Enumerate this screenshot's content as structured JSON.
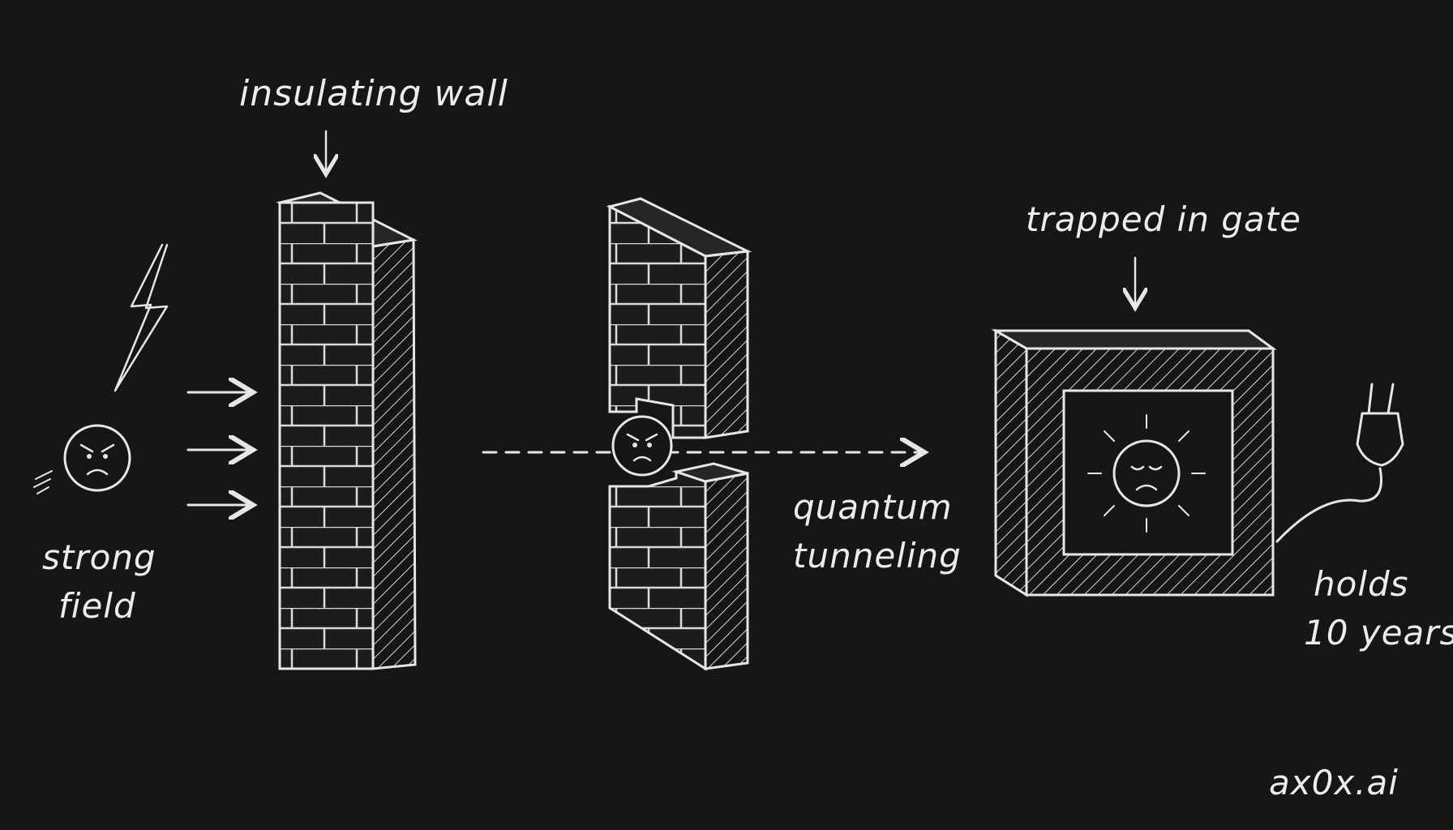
{
  "labels": {
    "insulating_wall": "insulating wall",
    "strong_field_line1": "strong",
    "strong_field_line2": "field",
    "quantum_line1": "quantum",
    "quantum_line2": "tunneling",
    "trapped": "trapped in gate",
    "holds_line1": "holds",
    "holds_line2": "10 years"
  },
  "watermark": "ax0x.ai",
  "colors": {
    "background": "#161616",
    "chalk": "#e6e6e6"
  },
  "icons": [
    "lightning-icon",
    "angry-electron-icon",
    "sad-electron-icon",
    "power-plug-icon",
    "arrow-icon"
  ]
}
